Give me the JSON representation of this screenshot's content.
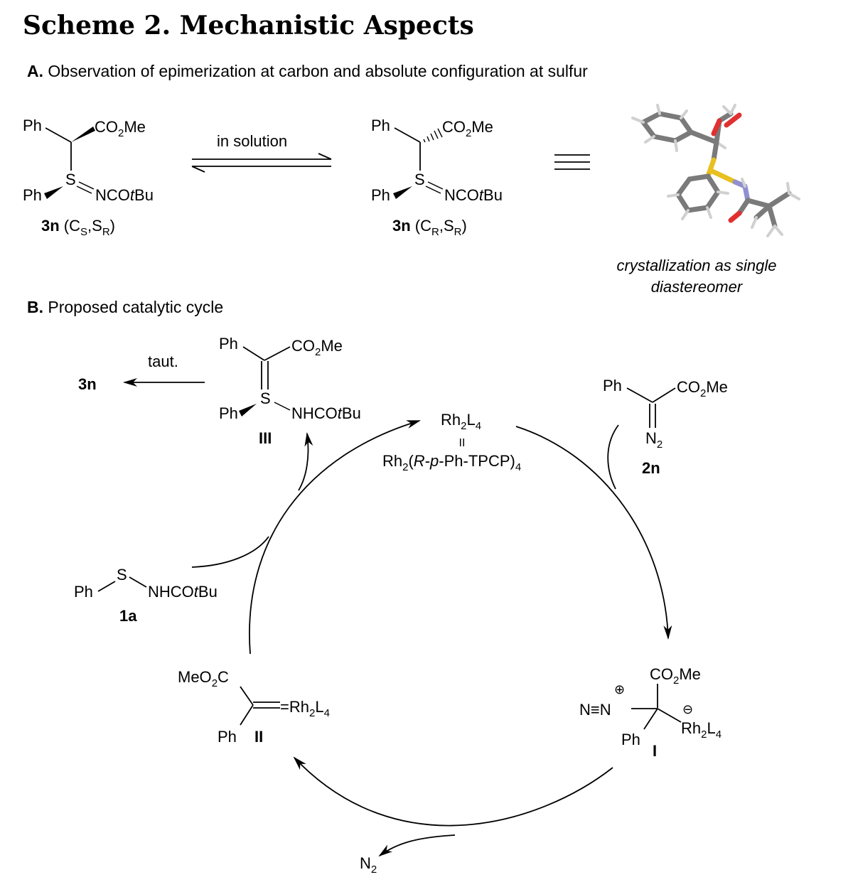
{
  "title": "Scheme 2. Mechanistic Aspects",
  "panelA": {
    "label": "A.",
    "caption": "Observation of epimerization at carbon and absolute configuration at sulfur",
    "arrow_label": "in solution",
    "left": {
      "ph_top": "Ph",
      "co2me": "CO",
      "co2me_sub": "2",
      "co2me_end": "Me",
      "s": "S",
      "ph_bottom": "Ph",
      "ncotbu_pre": "NCO",
      "ncotbu_t": "t",
      "ncotbu_end": "Bu",
      "name": "3n",
      "config_open": " (C",
      "c_sub": "S",
      "comma": ",S",
      "s_sub": "R",
      "config_close": ")"
    },
    "right": {
      "ph_top": "Ph",
      "co2me": "CO",
      "co2me_sub": "2",
      "co2me_end": "Me",
      "s": "S",
      "ph_bottom": "Ph",
      "ncotbu_pre": "NCO",
      "ncotbu_t": "t",
      "ncotbu_end": "Bu",
      "name": "3n",
      "config_open": " (C",
      "c_sub": "R",
      "comma": ",S",
      "s_sub": "R",
      "config_close": ")"
    },
    "crystal_caption_1": "crystallization as single",
    "crystal_caption_2": "diastereomer"
  },
  "panelB": {
    "label": "B.",
    "caption": "Proposed catalytic cycle",
    "taut": "taut.",
    "product": "3n",
    "III": {
      "ph_top": "Ph",
      "co2me": "CO",
      "co2me_sub": "2",
      "co2me_end": "Me",
      "s": "S",
      "ph_bottom": "Ph",
      "nh_pre": "NHCO",
      "nh_t": "t",
      "nh_end": "Bu",
      "label": "III"
    },
    "catalyst": {
      "rh": "Rh",
      "rh_sub": "2",
      "l": "L",
      "l_sub": "4",
      "eq": "II",
      "full_rh": "Rh",
      "full_rh_sub": "2",
      "full_open": "(",
      "full_R": "R",
      "full_dash1": "-",
      "full_p": "p",
      "full_rest": "-Ph-TPCP)",
      "full_sub": "4"
    },
    "diazo": {
      "ph": "Ph",
      "co2me": "CO",
      "co2me_sub": "2",
      "co2me_end": "Me",
      "n": "N",
      "n_sub": "2",
      "label": "2n"
    },
    "sulfenamide": {
      "ph": "Ph",
      "s": "S",
      "nh_pre": "NHCO",
      "nh_t": "t",
      "nh_end": "Bu",
      "label": "1a"
    },
    "I": {
      "co2me": "CO",
      "co2me_sub": "2",
      "co2me_end": "Me",
      "plus": "⊕",
      "minus": "⊖",
      "nn": "N≡N",
      "rh": "Rh",
      "rh_sub": "2",
      "l": "L",
      "l_sub": "4",
      "ph": "Ph",
      "label": "I"
    },
    "II": {
      "meo2c": "MeO",
      "meo2c_sub": "2",
      "meo2c_end": "C",
      "rh": "=Rh",
      "rh_sub": "2",
      "l": "L",
      "l_sub": "4",
      "ph": "Ph",
      "label": "II"
    },
    "n2_out": {
      "n": "N",
      "sub": "2"
    }
  },
  "colors": {
    "oxygen": "#e03030",
    "sulfur": "#e8c020",
    "nitrogen": "#9090d0",
    "carbon": "#7a7a7a",
    "hydrogen": "#cfcfcf"
  }
}
